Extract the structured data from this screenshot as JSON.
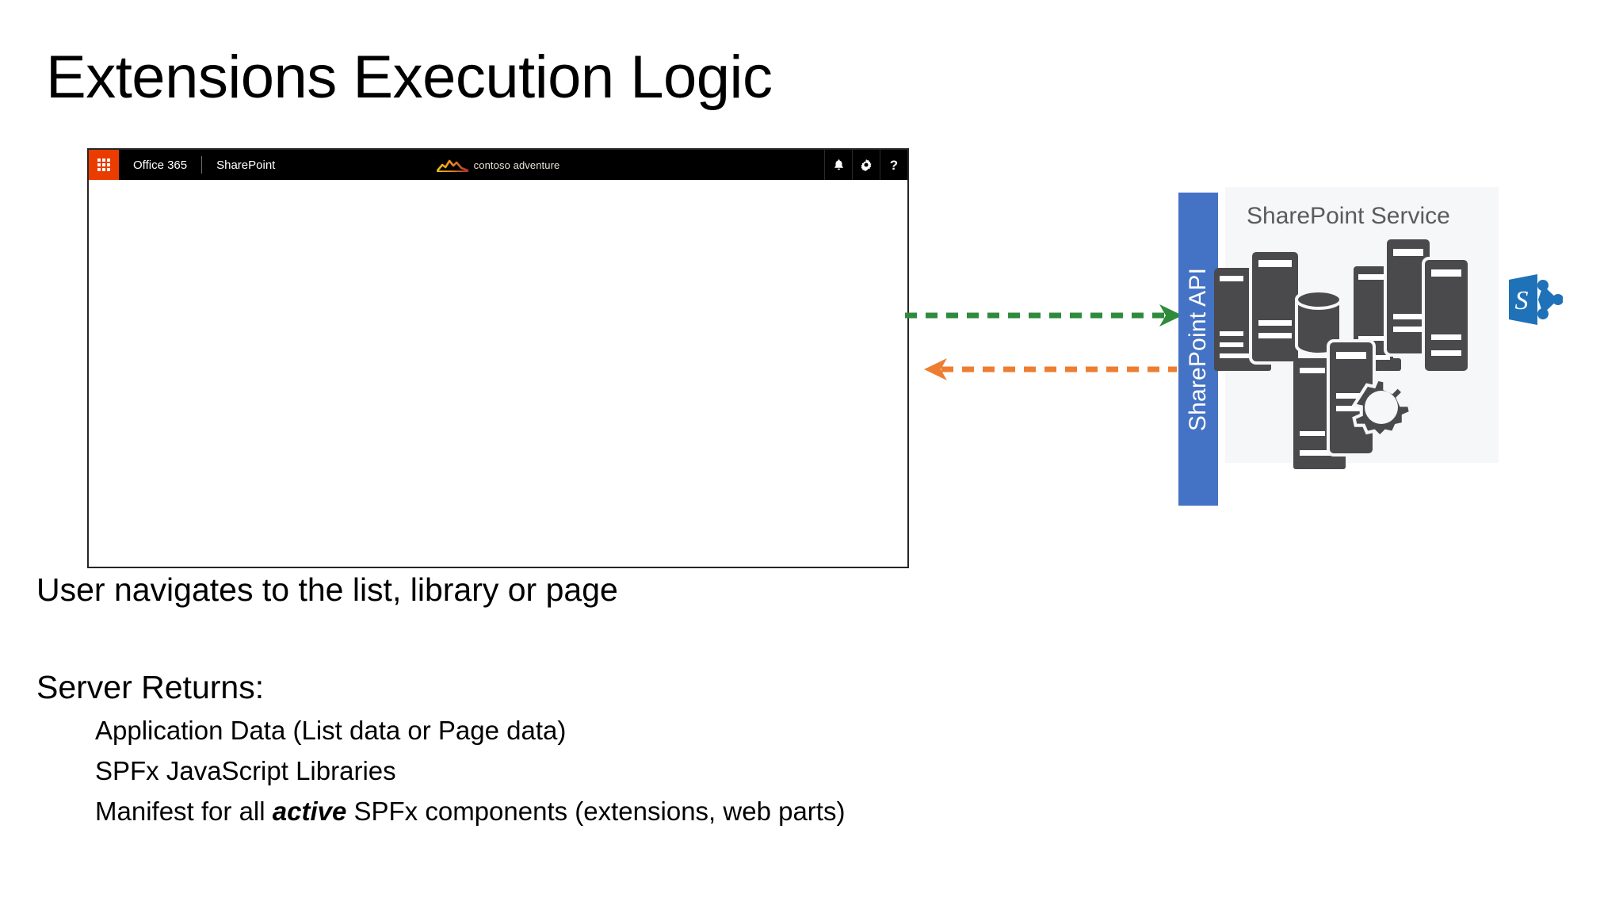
{
  "slide": {
    "title": "Extensions Execution Logic"
  },
  "browser": {
    "suite_bar": {
      "waffle_icon": "app-launcher-waffle-icon",
      "office_label": "Office 365",
      "product_label": "SharePoint",
      "site_logo": {
        "icon": "mountain-logo-icon",
        "name": "contoso adventure"
      },
      "actions": [
        {
          "name": "notifications-bell-icon",
          "glyph": "bell"
        },
        {
          "name": "settings-gear-icon",
          "glyph": "gear"
        },
        {
          "name": "help-question-icon",
          "glyph": "?"
        }
      ]
    },
    "canvas_content": ""
  },
  "diagram": {
    "request_arrow": {
      "name": "request-arrow",
      "direction": "right",
      "style": "dashed",
      "color": "#2E8B3C"
    },
    "response_arrow": {
      "name": "response-arrow",
      "direction": "left",
      "style": "dashed",
      "color": "#ED7D31"
    },
    "api_bar": {
      "label": "SharePoint API",
      "color": "#4472C4"
    },
    "service_panel": {
      "title": "SharePoint Service",
      "background": "#F6F7F9",
      "icons": [
        "server-rack-icon",
        "server-rack-icon",
        "database-cylinder-icon",
        "server-rack-icon",
        "server-rack-icon",
        "server-rack-icon",
        "server-rack-icon",
        "server-gear-icon"
      ]
    },
    "sharepoint_logo": {
      "name": "sharepoint-logo",
      "letter": "S",
      "color": "#2072B8"
    }
  },
  "body": {
    "lead_line": "User navigates to the list, library or page",
    "returns_heading": "Server Returns:",
    "bullets": [
      {
        "text": "Application Data (List data or Page data)"
      },
      {
        "text": "SPFx JavaScript Libraries"
      },
      {
        "pre": "Manifest for all ",
        "emphasis": "active",
        "post": " SPFx components (extensions, web parts)"
      }
    ]
  }
}
